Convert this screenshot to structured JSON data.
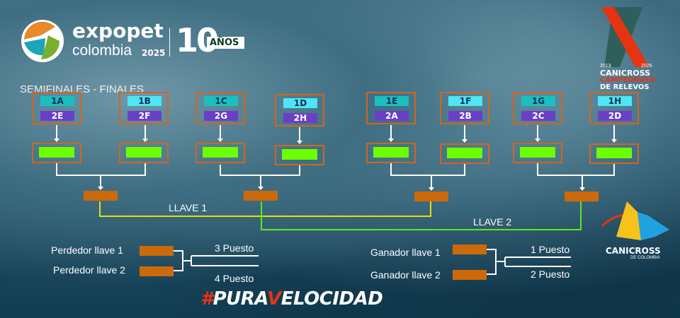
{
  "logo": {
    "brand": "expopet",
    "sub": "colombia",
    "year": "2025",
    "anniv_num": "10",
    "anniv_word": "AÑOS"
  },
  "event_logo": {
    "years_from": "2013",
    "years_to": "2025",
    "line1": "CANICROSS",
    "line2": "CAMPEONATO",
    "line3": "DE RELEVOS"
  },
  "partner_logo": {
    "name": "CANICROSS",
    "sub": "DE COLOMBIA"
  },
  "stage_title": "SEMIFINALES  - FINALES",
  "groups": [
    {
      "first": "1A",
      "second": "2E",
      "color": "#1bbfbf"
    },
    {
      "first": "1B",
      "second": "2F",
      "color": "#4ee6f5"
    },
    {
      "first": "1C",
      "second": "2G",
      "color": "#1bbfbf"
    },
    {
      "first": "1D",
      "second": "2H",
      "color": "#4ee6f5"
    },
    {
      "first": "1E",
      "second": "2A",
      "color": "#1bbfbf"
    },
    {
      "first": "1F",
      "second": "2B",
      "color": "#4ee6f5"
    },
    {
      "first": "1G",
      "second": "2C",
      "color": "#1bbfbf"
    },
    {
      "first": "1H",
      "second": "2D",
      "color": "#4ee6f5"
    }
  ],
  "llave1": "LLAVE 1",
  "llave2": "LLAVE 2",
  "third_place": {
    "loser1": "Perdedor llave 1",
    "loser2": "Perdedor llave 2",
    "third": "3 Puesto",
    "fourth": "4 Puesto"
  },
  "final": {
    "winner1": "Ganador llave 1",
    "winner2": "Ganador llave 2",
    "first": "1 Puesto",
    "second": "2 Puesto"
  },
  "hashtag": {
    "hash": "#",
    "a": "PURA",
    "v": "V",
    "b": "ELOCIDAD"
  },
  "colors": {
    "orange": "#d2661d",
    "green": "#6dff00",
    "purple": "#6a3fc8",
    "yellow": "#e8e000",
    "lime": "#5ee81c"
  }
}
